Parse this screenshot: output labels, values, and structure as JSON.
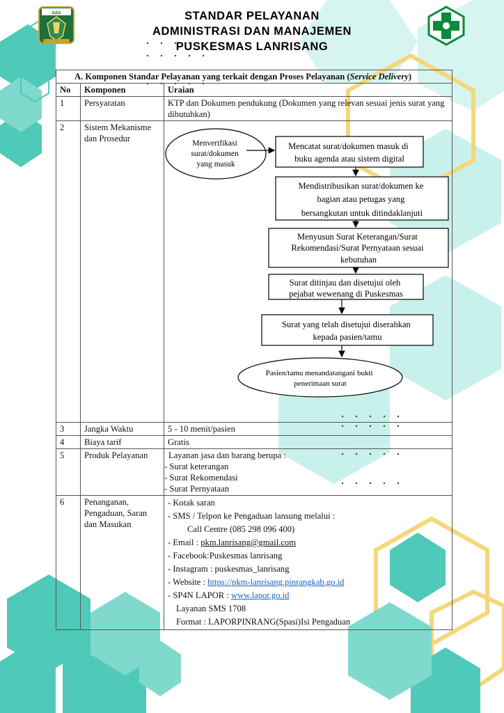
{
  "header": {
    "line1": "STANDAR PELAYANAN",
    "line2": "ADMINISTRASI DAN MANAJEMEN",
    "line3": "PUSKESMAS LANRISANG"
  },
  "section": {
    "title_prefix": "A.  Komponen Standar Pelayanan yang terkait dengan Proses Pelayanan (",
    "title_italic": "Service Delivery",
    "title_suffix": ")"
  },
  "table_headers": [
    "No",
    "Komponen",
    "Uraian"
  ],
  "rows": [
    {
      "no": "1",
      "komponen": "Persyaratan",
      "uraian": "KTP dan Dokumen pendukung (Dokumen yang relevan sesuai jenis surat yang dibutuhkan)"
    },
    {
      "no": "2",
      "komponen": "Sistem Mekanisme dan Prosedur"
    },
    {
      "no": "3",
      "komponen": "Jangka Waktu",
      "uraian": "5 - 10 menit/pasien"
    },
    {
      "no": "4",
      "komponen": "Biaya tarif",
      "uraian": "Gratis"
    },
    {
      "no": "5",
      "komponen": "Produk Pelayanan",
      "uraian_intro": "Layanan jasa dan barang berupa :",
      "items": [
        "- Surat keterangan",
        "- Surat Rekomendasi",
        "- Surat Pernyataan"
      ]
    },
    {
      "no": "6",
      "komponen": "Penanganan, Pengaduan, Saran dan Masukan"
    }
  ],
  "flowchart": {
    "start": [
      "Menverifikasi",
      "surat/dokumen",
      "yang masuk"
    ],
    "steps": [
      [
        "Mencatat surat/dokumen masuk di",
        "buku agenda atau sistem digital"
      ],
      [
        "Mendistribusikan surat/dokumen ke",
        "bagian atau petugas yang",
        "bersangkutan untuk ditindaklanjuti"
      ],
      [
        "Menyusun Surat Keterangan/Surat",
        "Rekomendasi/Surat Pernyataan sesuai",
        "kebutuhan"
      ],
      [
        "Surat ditinjau dan disetujui oleh",
        "pejabat wewenang di Puskesmas"
      ],
      [
        "Surat yang telah disetujui diserahkan",
        "kepada pasien/tamu"
      ]
    ],
    "end": [
      "Pasien/tamu menandatangani bukti",
      "penerimaan surat"
    ]
  },
  "complaint": {
    "kotak": "-  Kotak saran",
    "sms": "-  SMS / Telpon ke Pengaduan lansung melalui :",
    "callcentre": "Call Centre  (085 298 096 400)",
    "email_label": "-  Email : ",
    "email": "pkm.lanrisang@gmail.com",
    "facebook": "-  Facebook:Puskesmas lanrisang",
    "instagram": "-  Instagram : puskesmas_lanrisang",
    "website_label": "-  Website : ",
    "website": "https://pkm-lanrisang.pinrangkab.go.id",
    "sp4n_label": "-  SP4N LAPOR : ",
    "sp4n": "www.lapor.go.id",
    "sms1708": "Layanan SMS 1708",
    "format": "Format : LAPORPINRANG(Spasi)Isi Pengaduan"
  },
  "colors": {
    "teal": "#4fc9b8",
    "light_teal": "#bfeee8",
    "yellow": "#f5d77a",
    "navy_dark": "#0f6e63",
    "green_cross": "#0a8a3a",
    "link": "#1a5fb4"
  }
}
